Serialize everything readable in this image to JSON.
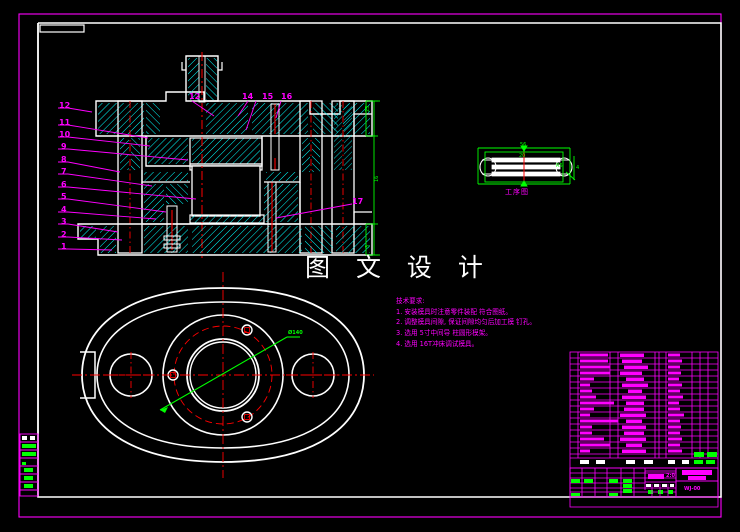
{
  "drawing": {
    "watermark": "图 文 设 计",
    "view_label_detail": "工序图",
    "drawing_number": "WJ-00",
    "scale_text": "2:0",
    "colors": {
      "background": "#000000",
      "outer_border": "#ff00ff",
      "inner_frame": "#ffffff",
      "section_hatch": "#00ffff",
      "outline": "#ffffff",
      "centerline": "#ff0000",
      "dimension": "#00ff00",
      "annotation": "#ff00ff"
    }
  },
  "balloons_left": [
    "12",
    "11",
    "10",
    "9",
    "8",
    "7",
    "6",
    "5",
    "4",
    "3",
    "2",
    "1"
  ],
  "balloons_top": [
    "12",
    "14",
    "15",
    "16"
  ],
  "balloons_right": [
    "17"
  ],
  "tech_notes": {
    "title": "技术要求:",
    "lines": [
      "1. 安装模具时注意零件装配 符合图纸。",
      "2. 调整模具间隙, 保证间隙均匀后加工模 钉孔。",
      "3. 选用 5寸中间导 柱圆形模架。",
      "4. 选用 16T冲床调试模具。"
    ]
  },
  "dimensions_main": [
    "25",
    "16",
    "3",
    "4"
  ],
  "dimensions_detail": [
    "56",
    "20",
    "R5",
    "4"
  ],
  "plan_dim_label": "Ø140",
  "bom": {
    "headers": [
      "序号",
      "名称",
      "数量",
      "材料",
      "备注"
    ],
    "rows": [
      {
        "no": "17",
        "name": "内六角螺钉 M8×30",
        "qty": "4",
        "mat": "35钢"
      },
      {
        "no": "16",
        "name": "内六角螺钉 M6×25",
        "qty": "4",
        "mat": "35钢"
      },
      {
        "no": "15",
        "name": "圆柱销 GB/T119.1-2000",
        "qty": "2",
        "mat": "45钢"
      },
      {
        "no": "14",
        "name": "圆柱销 GB/T119.1-2000",
        "qty": "2",
        "mat": "45钢"
      },
      {
        "no": "13",
        "name": "上模座",
        "qty": "1",
        "mat": "HT200"
      },
      {
        "no": "12",
        "name": "模柄",
        "qty": "1",
        "mat": "Q235"
      },
      {
        "no": "11",
        "name": "垫板",
        "qty": "1",
        "mat": "T10A"
      },
      {
        "no": "10",
        "name": "凸模固定板",
        "qty": "1",
        "mat": "45钢"
      },
      {
        "no": "9",
        "name": "卸料板",
        "qty": "1",
        "mat": "45钢"
      },
      {
        "no": "8",
        "name": "凸凹模",
        "qty": "1",
        "mat": "Cr12MoV"
      },
      {
        "no": "7",
        "name": "导柱 GB/T2861.1-2008",
        "qty": "2",
        "mat": "20钢"
      },
      {
        "no": "6",
        "name": "导套",
        "qty": "2",
        "mat": "20钢"
      },
      {
        "no": "5",
        "name": "凹模",
        "qty": "1",
        "mat": "Cr12"
      },
      {
        "no": "4",
        "name": "下模座",
        "qty": "1",
        "mat": "HT200"
      },
      {
        "no": "3",
        "name": "顶件块 卸料螺钉",
        "qty": "3",
        "mat": "45钢"
      },
      {
        "no": "2",
        "name": "橡胶垫",
        "qty": "1",
        "mat": "橡胶"
      },
      {
        "no": "1",
        "name": "弹簧",
        "qty": "4",
        "mat": "65Mn"
      }
    ]
  },
  "titleblock": {
    "fields": [
      {
        "label": "标记",
        "value": ""
      },
      {
        "label": "处数",
        "value": ""
      },
      {
        "label": "分区",
        "value": ""
      },
      {
        "label": "更改文件号",
        "value": ""
      },
      {
        "label": "签名",
        "value": ""
      },
      {
        "label": "年月日",
        "value": ""
      },
      {
        "label": "设计",
        "value": ""
      },
      {
        "label": "审核",
        "value": ""
      },
      {
        "label": "工艺",
        "value": ""
      },
      {
        "label": "批准",
        "value": ""
      }
    ],
    "stage_label": "阶段标记",
    "weight_label": "重量",
    "scale_label": "比例",
    "sheet_label": "共 1 张  第 1 张",
    "company": "",
    "part_name": ""
  },
  "revision_table": {
    "rows": [
      "",
      "",
      "",
      "",
      "",
      "",
      ""
    ]
  }
}
